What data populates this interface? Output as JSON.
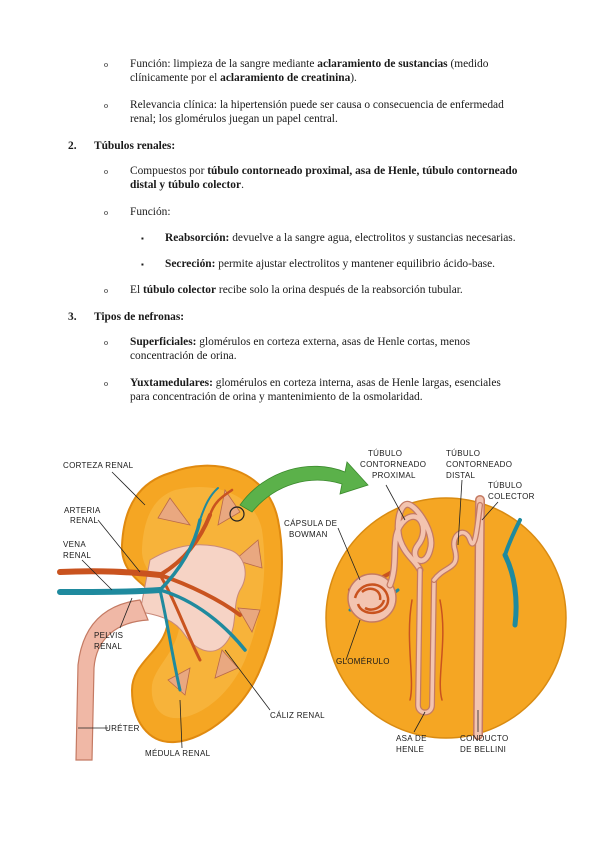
{
  "bullets": {
    "circle": "o",
    "square": "▪"
  },
  "section1": {
    "funcion": {
      "p1": "Función: limpieza de la sangre mediante ",
      "b1": "aclaramiento de sustancias",
      "p2": " (medido",
      "p3": "clínicamente por el ",
      "b2": "aclaramiento de creatinina",
      "p4": ")."
    },
    "relevancia": {
      "line1": "Relevancia clínica: la hipertensión puede ser causa o consecuencia de enfermedad",
      "line2": "renal; los glomérulos juegan un papel central."
    }
  },
  "section2": {
    "number": "2.",
    "heading": "Túbulos renales:",
    "compuestos": {
      "p1": "Compuestos por ",
      "b1": "túbulo contorneado proximal, asa de Henle, túbulo contorneado",
      "b2": "distal y túbulo colector",
      "p2": "."
    },
    "funcion_label": "Función:",
    "reabsorcion": {
      "b": "Reabsorción:",
      "p": " devuelve a la sangre agua, electrolitos y sustancias necesarias."
    },
    "secrecion": {
      "b": "Secreción:",
      "p": " permite ajustar electrolitos y mantener equilibrio ácido-base."
    },
    "colector": {
      "p1": "El ",
      "b": "túbulo colector",
      "p2": " recibe solo la orina después de la reabsorción tubular."
    }
  },
  "section3": {
    "number": "3.",
    "heading": "Tipos de nefronas:",
    "superficiales": {
      "b": "Superficiales:",
      "p1": " glomérulos en corteza externa, asas de Henle cortas, menos",
      "p2": "concentración de orina."
    },
    "yuxtamedulares": {
      "b": "Yuxtamedulares:",
      "p1": " glomérulos en corteza interna, asas de Henle largas, esenciales",
      "p2": "para concentración de orina y mantenimiento de la osmolaridad."
    }
  },
  "figure": {
    "labels": {
      "corteza": "CORTEZA RENAL",
      "arteria1": "ARTERIA",
      "arteria2": "RENAL",
      "vena1": "VENA",
      "vena2": "RENAL",
      "pelvis1": "PELVIS",
      "pelvis2": "RENAL",
      "ureter": "URÉTER",
      "medula": "MÉDULA RENAL",
      "caliz": "CÁLIZ RENAL",
      "tcp1": "TÚBULO",
      "tcp2": "CONTORNEADO",
      "tcp3": "PROXIMAL",
      "tcd1": "TÚBULO",
      "tcd2": "CONTORNEADO",
      "tcd3": "DISTAL",
      "tc1": "TÚBULO",
      "tc2": "COLECTOR",
      "capsula1": "CÁPSULA DE",
      "capsula2": "BOWMAN",
      "glomerulo": "GLOMÉRULO",
      "asa1": "ASA DE",
      "asa2": "HENLE",
      "conducto1": "CONDUCTO",
      "conducto2": "DE BELLINI"
    },
    "colors": {
      "cortex": "#f5a623",
      "cortex_edge": "#e08a10",
      "pelvis": "#f6d3c5",
      "artery": "#c9531f",
      "vein": "#1f8a9e",
      "ureter": "#f0b8a6",
      "arrow": "#5bb14a",
      "tubule": "#f3c4b0",
      "tubule_edge": "#c47a63"
    }
  }
}
